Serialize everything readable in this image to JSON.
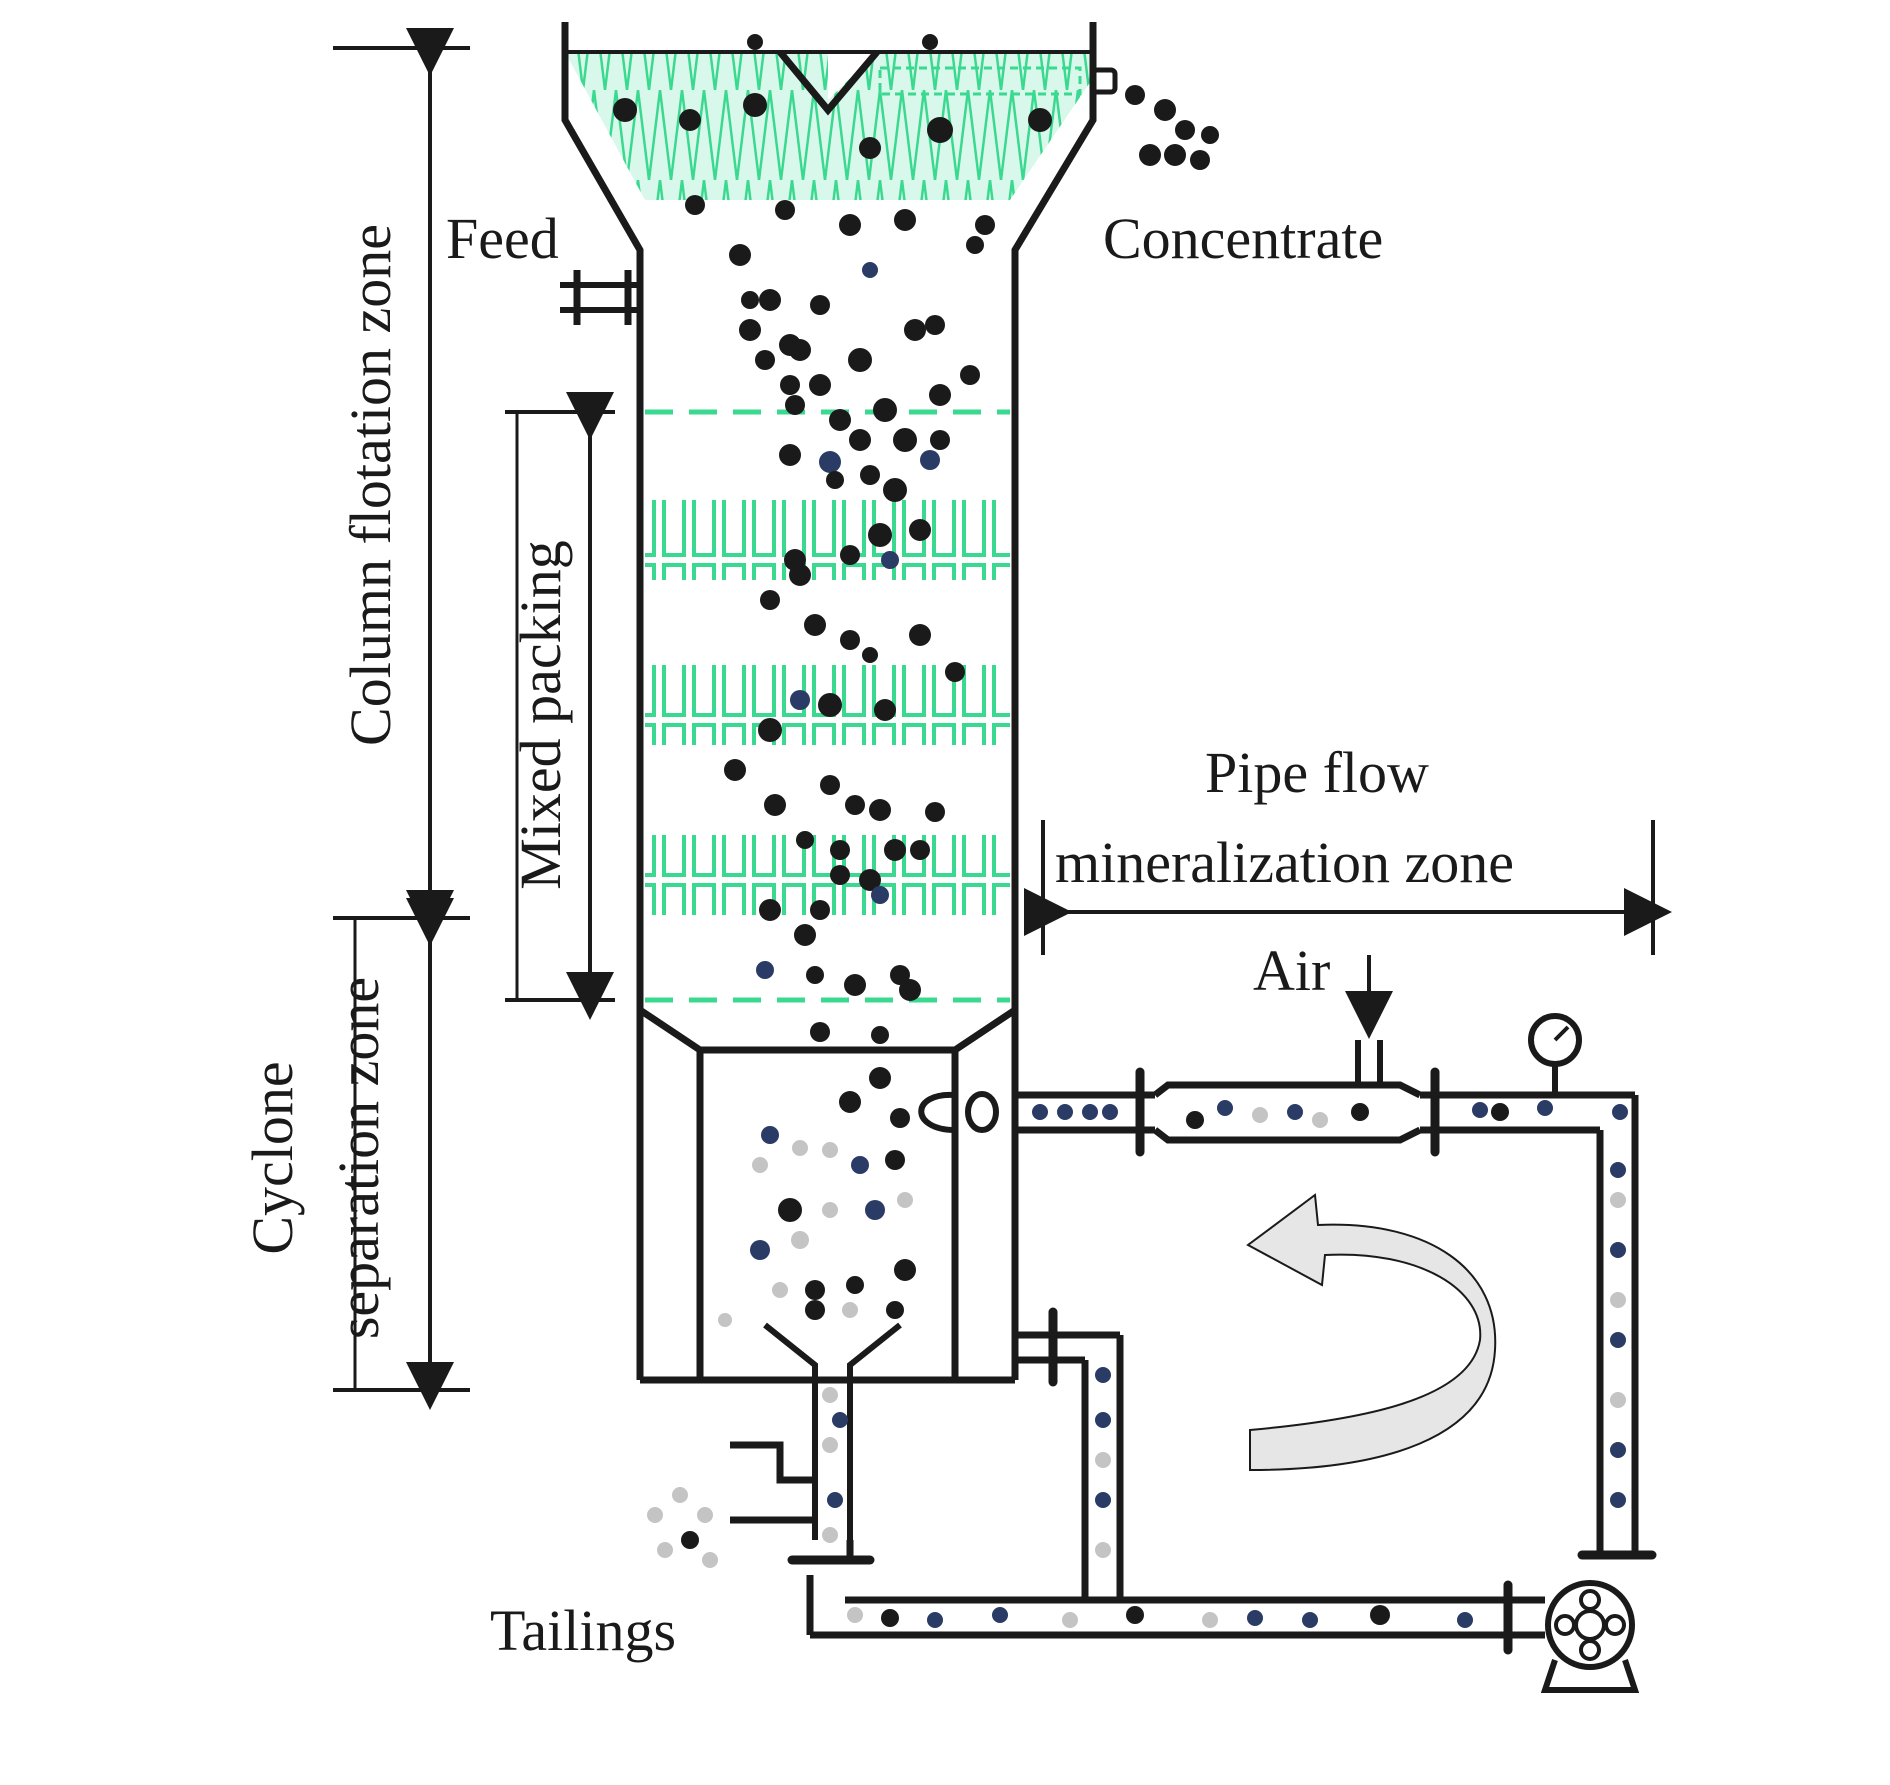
{
  "labels": {
    "feed": "Feed",
    "concentrate": "Concentrate",
    "column_flotation_zone": "Column flotation zone",
    "mixed_packing": "Mixed packing",
    "cyclone": "Cyclone",
    "separation_zone": "separation zone",
    "pipe_flow": "Pipe flow",
    "mineralization_zone": "mineralization zone",
    "air": "Air",
    "tailings": "Tailings"
  },
  "colors": {
    "line": "#1a1a1a",
    "packing": "#3ad98f",
    "froth": "#b8f1dc",
    "particle_dark": "#1a1a1a",
    "particle_blue": "#2a3b66",
    "particle_light": "#c4c4c4",
    "arrow_fill": "#e6e6e6"
  },
  "icons": {
    "pressure_gauge": "pressure-gauge-icon",
    "pump": "centrifugal-pump-icon",
    "circulation_arrow": "curved-arrow-icon"
  }
}
